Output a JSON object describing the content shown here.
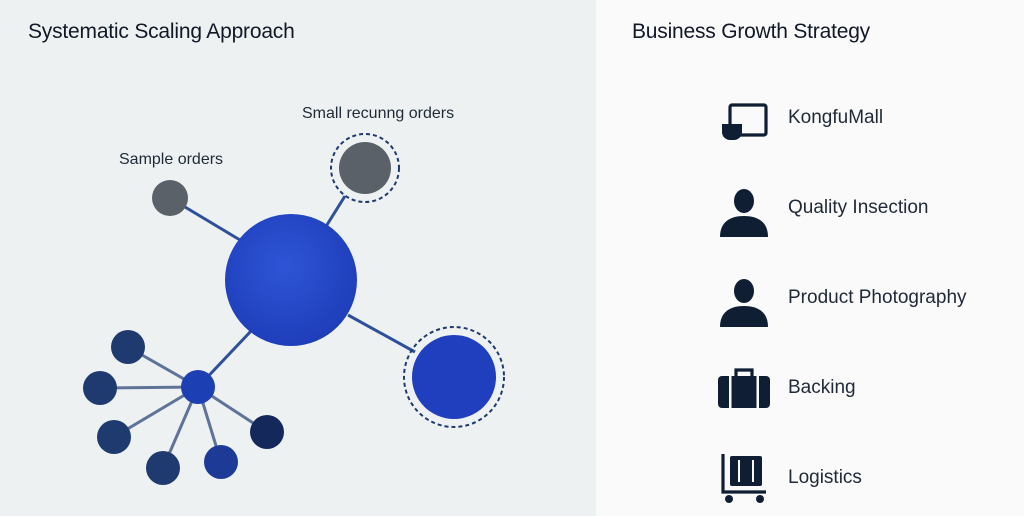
{
  "colors": {
    "hub": "#2544c6",
    "satellite_blue": "#1f3fbf",
    "grey_node": "#5b6168",
    "navy_node": "#1e3a6e",
    "small_hub": "#1c3fb3",
    "edge": "#2f4f9a",
    "spoke": "#5f7399",
    "icon": "#0f1e33"
  },
  "left": {
    "title": "Systematic Scaling Approach",
    "labels": {
      "sample": "Sample orders",
      "recurring": "Small recunng orders"
    }
  },
  "right": {
    "title": "Business Growth Strategy",
    "items": [
      {
        "label": "KongfuMall",
        "icon": "monitor-icon"
      },
      {
        "label": "Quality Insection",
        "icon": "person-icon"
      },
      {
        "label": "Product Photography",
        "icon": "person-icon"
      },
      {
        "label": "Backing",
        "icon": "briefcase-icon"
      },
      {
        "label": "Logistics",
        "icon": "cart-icon"
      }
    ]
  }
}
